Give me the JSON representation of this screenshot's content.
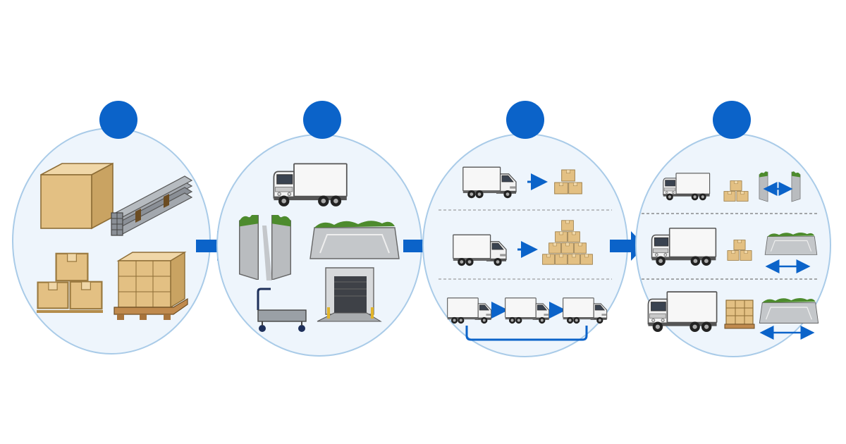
{
  "diagram": {
    "steps": [
      {
        "name": "step-1-goods",
        "badge": "",
        "contents": [
          "cardboard-box",
          "steel-bars-bundle",
          "stacked-boxes",
          "palletized-boxes"
        ]
      },
      {
        "name": "step-2-site-access",
        "badge": "",
        "contents": [
          "box-truck",
          "narrow-passage",
          "wide-yard",
          "hand-trolley",
          "loading-dock"
        ]
      },
      {
        "name": "step-3-load-planning",
        "badge": "",
        "contents": [
          "truck-to-small-load",
          "truck-to-large-load",
          "multi-truck-route"
        ]
      },
      {
        "name": "step-4-vehicle-matching",
        "badge": "",
        "contents": [
          "small-truck-narrow-access",
          "medium-truck-yard-access",
          "large-truck-pallet-yard"
        ]
      }
    ],
    "colors": {
      "accent": "#0b63c9",
      "bubble_fill": "#eef5fc",
      "bubble_stroke": "#a9cbe8",
      "cardboard": "#e3c083",
      "cardboard_dark": "#b48d4c",
      "pallet": "#c08a4e",
      "truck_body": "#f7f7f7",
      "steel": "#8a8f96",
      "grass": "#4d8b2d",
      "concrete": "#b9bcbf"
    }
  }
}
